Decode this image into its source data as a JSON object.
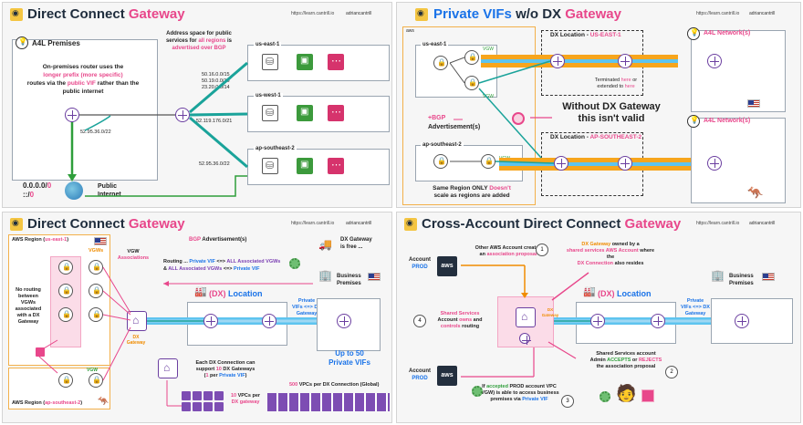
{
  "site_url": "https://learn.cantrill.io",
  "tag": "adriancantrill",
  "panels": {
    "tl": {
      "title_a": "Direct Connect",
      "title_b": "Gateway",
      "premises": "A4L Premises",
      "premises_note": [
        "On-premises router uses the",
        "longer prefix",
        "(more specific)",
        "routes via the",
        "public VIF",
        "rather than the",
        "public internet"
      ],
      "address_space": [
        "Address space for public",
        "services for",
        "all regions",
        "is",
        "advertised over BGP"
      ],
      "regions": [
        "us-east-1",
        "us-west-1",
        "ap-southeast-2"
      ],
      "us_east_cidrs": [
        "50.16.0.0/15",
        "50.19.0.0/16",
        "23.20.0.0/14"
      ],
      "us_west_cidr": "52.119.176.0/21",
      "ap_cidr": "52.95.36.0/22",
      "left_cidr": "52.95.36.0/22",
      "default_a": "0.0.0.0/",
      "default_a_z": "0",
      "default_b": "::/",
      "default_b_z": "0",
      "public_internet": [
        "Public",
        "Internet"
      ]
    },
    "tr": {
      "title_a": "Private VIFs",
      "title_b": "w/o DX",
      "title_c": "Gateway",
      "aws": "aws",
      "us_east": "us-east-1",
      "vgw": "VGW",
      "bgp": "BGP",
      "advert": "Advertisement(s)",
      "ap": "ap-southeast-2",
      "same_region": [
        "Same Region ONLY",
        "Doesn't",
        "scale as regions are added"
      ],
      "dx_loc1": "DX Location - ",
      "dx_loc1_b": "US-EAST-1",
      "dx_loc2": "DX Location - ",
      "dx_loc2_b": "AP-SOUTHEAST-2",
      "terminated": [
        "Terminated",
        "here",
        "or",
        "extended to",
        "here"
      ],
      "without": [
        "Without DX Gateway",
        "this isn't valid"
      ],
      "network1": "A4L Network(s)",
      "network2": "A4L Network(s)"
    },
    "bl": {
      "title_a": "Direct Connect",
      "title_b": "Gateway",
      "region1": "AWS Region (",
      "region1_b": "us-east-1",
      "region1_c": ")",
      "region2": "AWS Region (",
      "region2_b": "ap-southeast-2",
      "region2_c": ")",
      "vgws": "VGWs",
      "vgw": "VGW",
      "vgw_assoc": [
        "VGW",
        "Associations"
      ],
      "no_routing": [
        "No routing",
        "between",
        "VGWs",
        "associated",
        "with a DX",
        "Gateway"
      ],
      "dx_gateway": [
        "DX",
        "Gateway"
      ],
      "bgp_adv": "BGP",
      "bgp_adv_b": "Advertisement(s)",
      "dx_free": [
        "DX Gateway",
        "is free ..."
      ],
      "routing1": [
        "Routing ... ",
        "Private VIF",
        " <=> ",
        "ALL Associated VGWs"
      ],
      "routing2": [
        "& ",
        "ALL Associated VGWs",
        " <=> ",
        "Private VIF"
      ],
      "business": [
        "Business",
        "Premises"
      ],
      "dx_location": [
        "(DX)",
        "Location"
      ],
      "private_vifs": [
        "Private",
        "VIFs <=> DX",
        "Gateway"
      ],
      "up_to": [
        "Up to",
        "50",
        "Private VIFs"
      ],
      "each_dx": [
        "Each DX Connection can",
        "support",
        "10",
        "DX Gateways",
        "(",
        "1",
        "per",
        "Private VIF",
        ")"
      ],
      "ten_vpcs": [
        "10",
        "VPCs per",
        "DX gateway"
      ],
      "five_hundred": [
        "500",
        "VPCs per DX Connection (Global)"
      ]
    },
    "br": {
      "title_a": "Cross-Account Direct Connect",
      "title_b": "Gateway",
      "account_prod_top": [
        "Account",
        "PROD"
      ],
      "account_prod_bot": [
        "Account",
        "PROD"
      ],
      "other_account": [
        "Other AWS Account creates",
        "an",
        "association proposal"
      ],
      "step1": "1",
      "step2": "2",
      "step3": "3",
      "step4": "4",
      "dxgw_owned": [
        "DX Gateway",
        "owned by a",
        "shared services AWS Account",
        "where the",
        "DX Connection",
        "also resides"
      ],
      "shared_services": [
        "Shared Services",
        "Account",
        "owns",
        "and",
        "controls",
        "routing"
      ],
      "dx_gateway": [
        "DX",
        "Gateway"
      ],
      "dx_location": [
        "(DX)",
        "Location"
      ],
      "private_vifs": [
        "Private",
        "VIFs <=> DX",
        "Gateway"
      ],
      "business": [
        "Business",
        "Premises"
      ],
      "shared_admin": [
        "Shared Services account",
        "Admin",
        "ACCEPTS",
        "or",
        "REJECTS",
        "the association proposal"
      ],
      "if_accepted": [
        "If",
        "accepted",
        "PROD account VPC",
        "(VGW) is able to access business",
        "premises via",
        "Private VIF"
      ],
      "aws": "aws"
    }
  }
}
